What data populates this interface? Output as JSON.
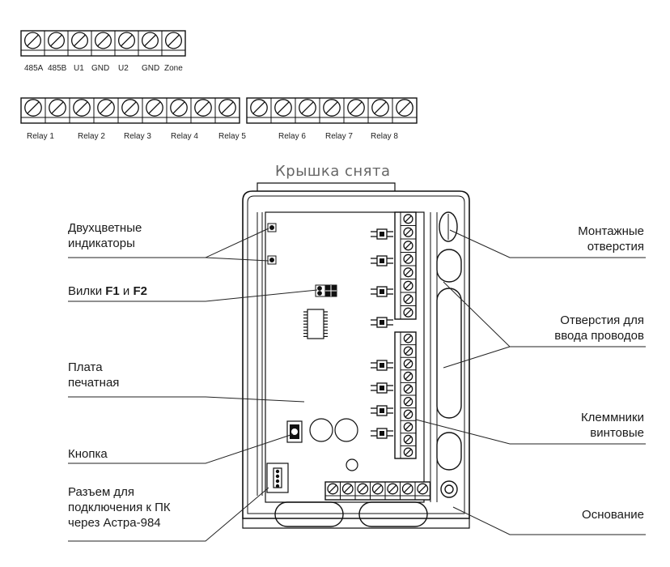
{
  "terminal_strip_1": {
    "labels": [
      "485A",
      "485B",
      "U1",
      "GND",
      "U2",
      "GND",
      "Zone"
    ]
  },
  "relay_strips": {
    "labels": [
      "Relay 1",
      "Relay 2",
      "Relay 3",
      "Relay 4",
      "Relay 5",
      "Relay 6",
      "Relay 7",
      "Relay 8"
    ]
  },
  "title": "Крышка снята",
  "callouts": {
    "indicators": [
      "Двухцветные",
      "индикаторы"
    ],
    "plugs_prefix": "Вилки ",
    "plugs_f1": "F1",
    "plugs_mid": " и ",
    "plugs_f2": "F2",
    "board": [
      "Плата",
      "печатная"
    ],
    "button": "Кнопка",
    "connector": [
      "Разъем для",
      "подключения к ПК",
      "через Астра-984"
    ],
    "mounting_holes": [
      "Монтажные",
      "отверстия"
    ],
    "wire_holes": [
      "Отверстия для",
      "ввода проводов"
    ],
    "screw_terminals": [
      "Клеммники",
      "винтовые"
    ],
    "base": "Основание"
  }
}
